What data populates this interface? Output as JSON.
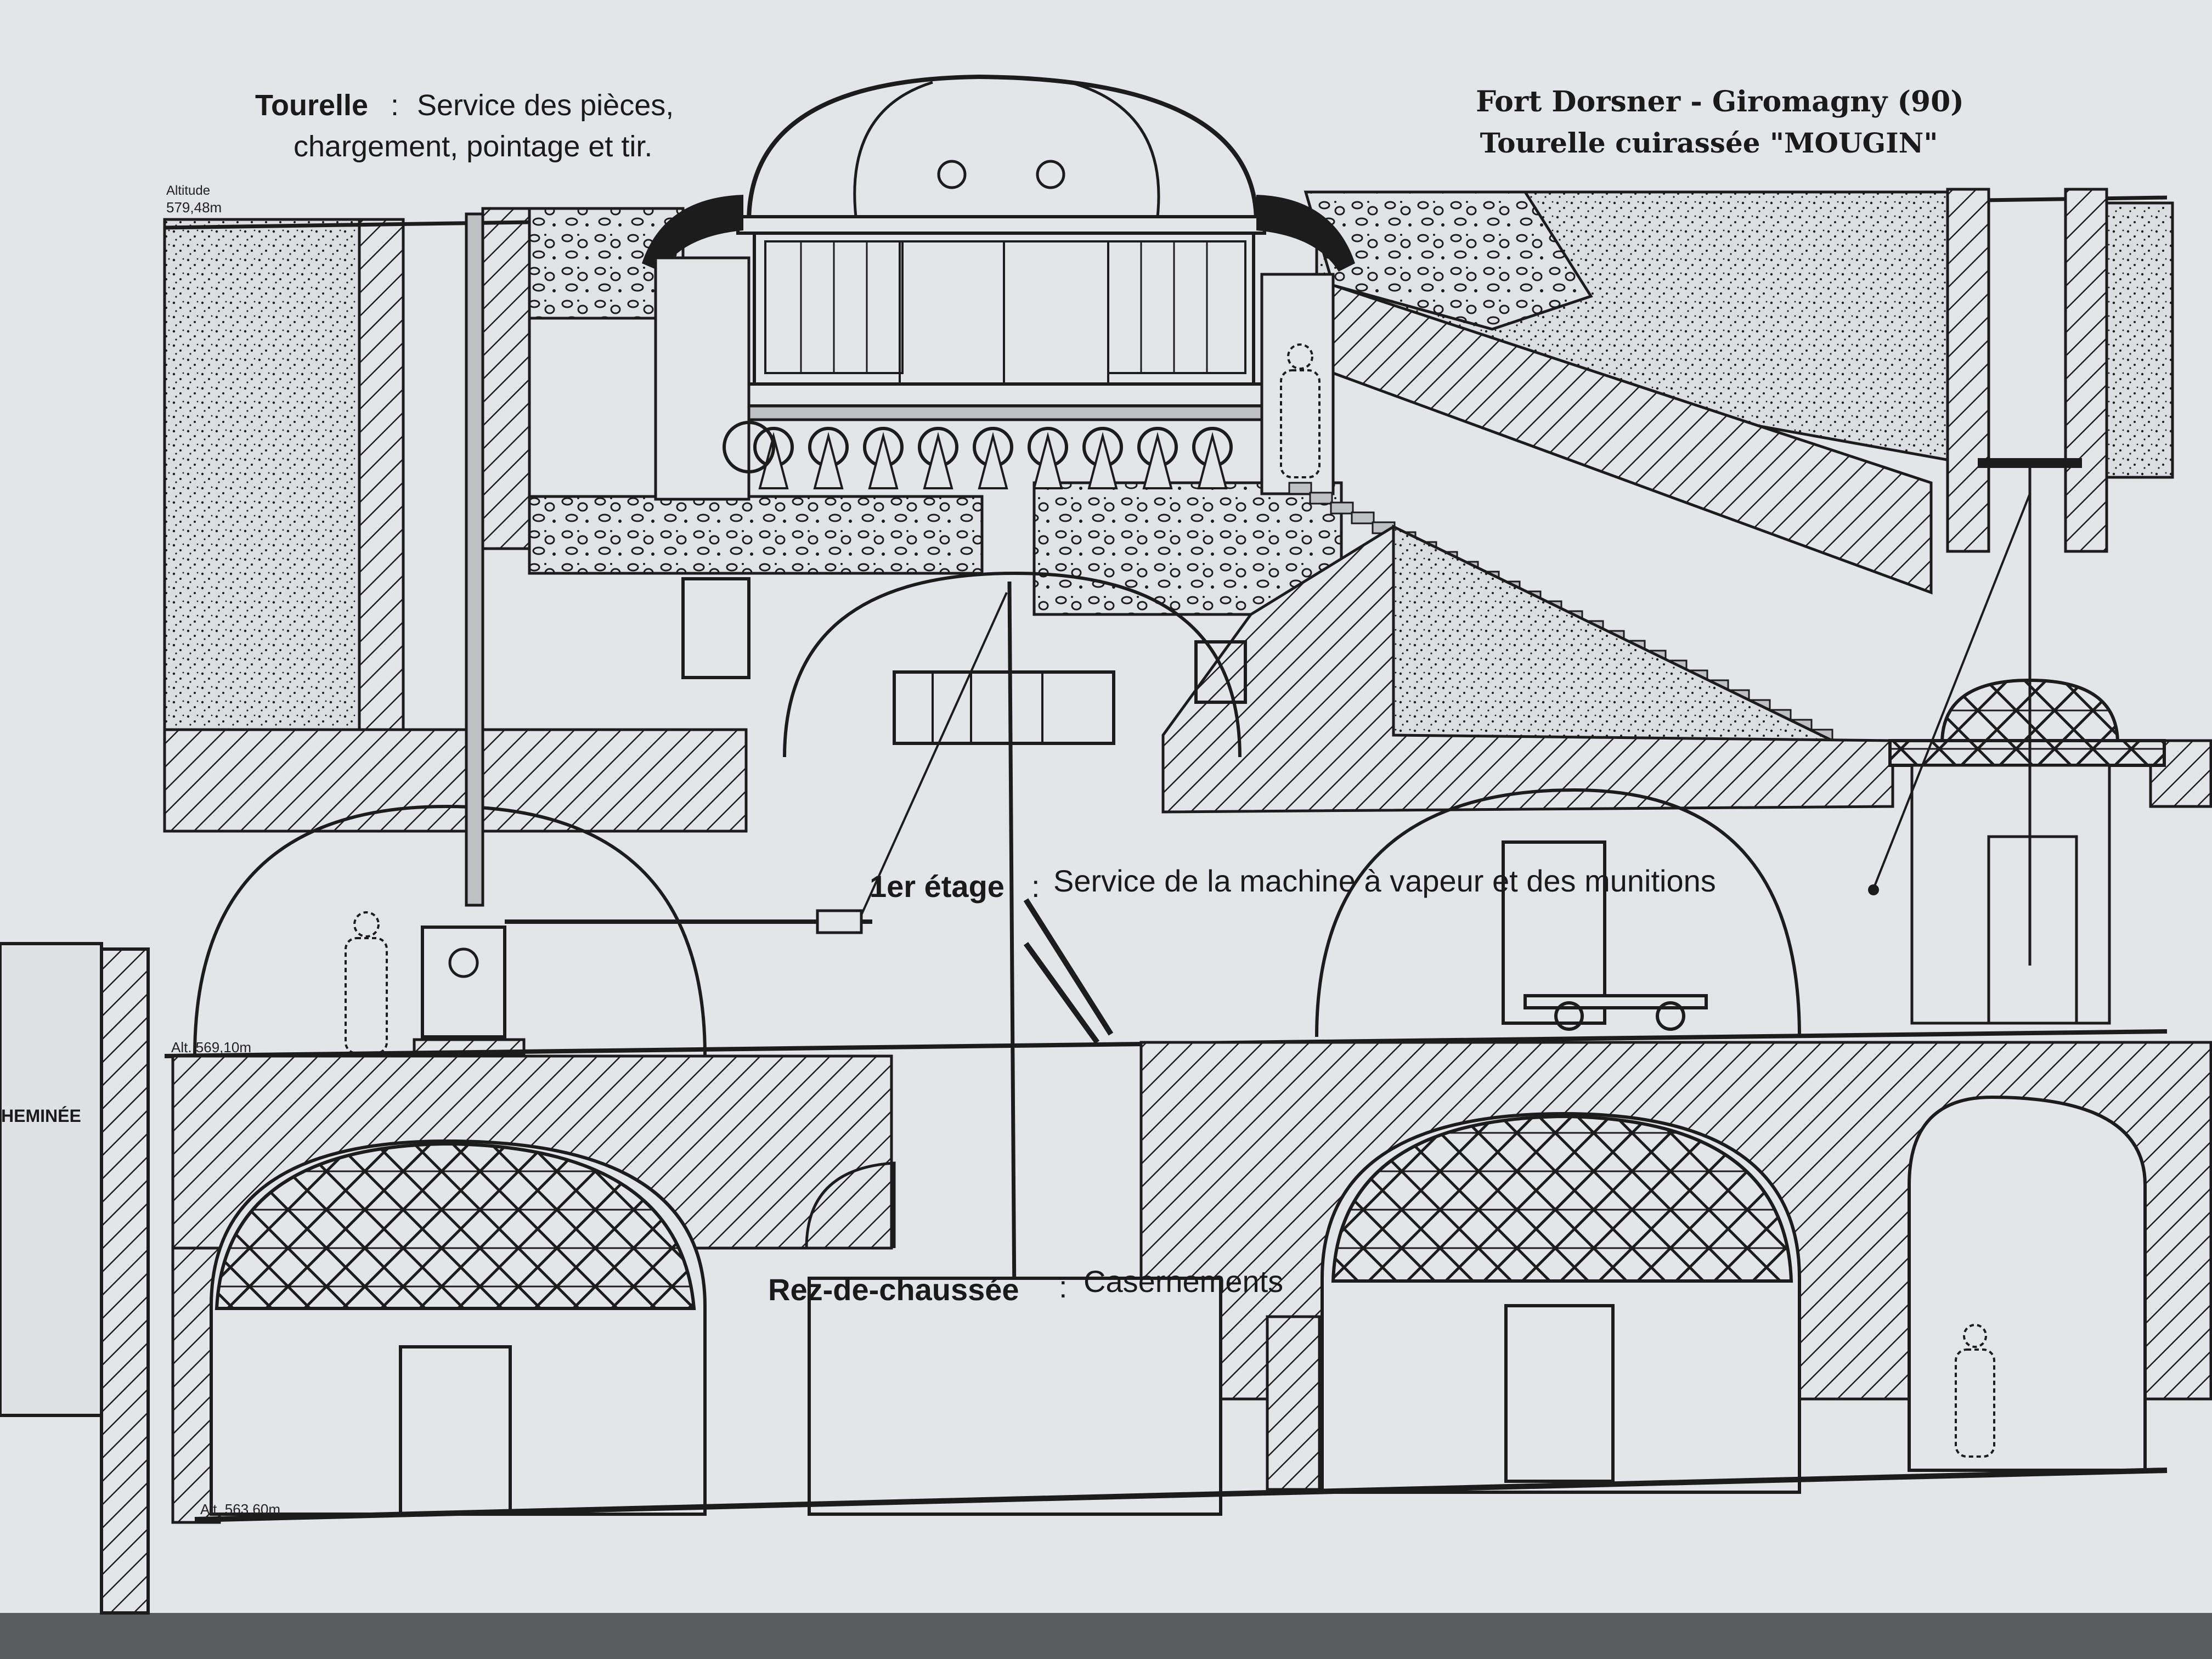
{
  "header": {
    "turret_title": "Tourelle",
    "turret_desc_line1": "Service des pièces,",
    "turret_desc_line2": "chargement, pointage et tir.",
    "fort_line1": "Fort Dorsner - Giromagny (90)",
    "fort_line2": "Tourelle cuirassée \"MOUGIN\""
  },
  "levels": {
    "first_floor_title": "1er étage",
    "first_floor_desc": "Service de la machine à vapeur et des munitions",
    "ground_floor_title": "Rez-de-chaussée",
    "ground_floor_desc": "Casernements"
  },
  "altitudes": {
    "altitude_word": "Altitude",
    "top": "579,48m",
    "middle": "Alt. 569,10m",
    "bottom": "Alt. 563,60m"
  },
  "side_label": "HEMINÉE",
  "colors": {
    "board": "#e4e5e8",
    "ink": "#1c1c1c",
    "frame": "#5a5c60"
  }
}
